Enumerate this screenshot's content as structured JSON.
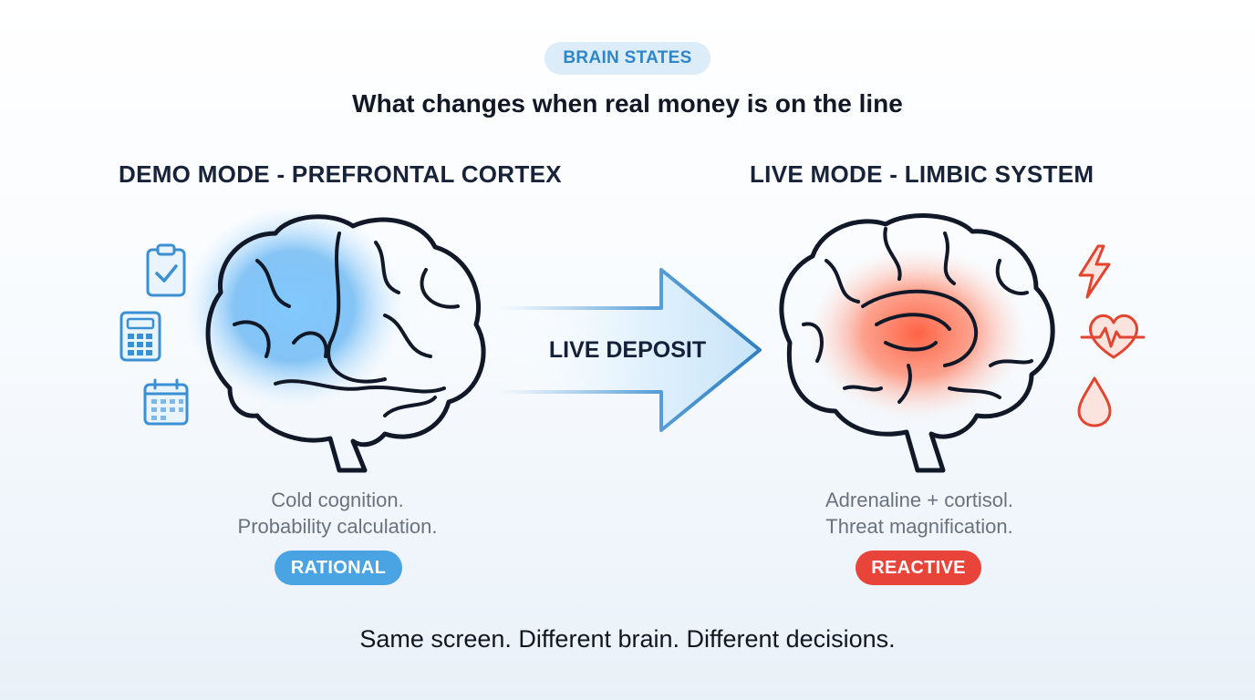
{
  "tag": "BRAIN STATES",
  "headline": "What changes when real money is on the line",
  "demo": {
    "title": "DEMO MODE - PREFRONTAL CORTEX",
    "caption_line1": "Cold cognition.",
    "caption_line2": "Probability calculation.",
    "badge": "RATIONAL",
    "icons": [
      "clipboard-check-icon",
      "calculator-icon",
      "calendar-icon"
    ]
  },
  "transition": {
    "label": "LIVE DEPOSIT"
  },
  "live": {
    "title": "LIVE MODE - LIMBIC SYSTEM",
    "caption_line1": "Adrenaline + cortisol.",
    "caption_line2": "Threat magnification.",
    "badge": "REACTIVE",
    "icons": [
      "lightning-icon",
      "heartbeat-icon",
      "blood-drop-icon"
    ]
  },
  "footer": "Same screen. Different brain. Different decisions.",
  "colors": {
    "blue": "#4aa3e2",
    "red": "#e9443a",
    "dark": "#18233a"
  }
}
